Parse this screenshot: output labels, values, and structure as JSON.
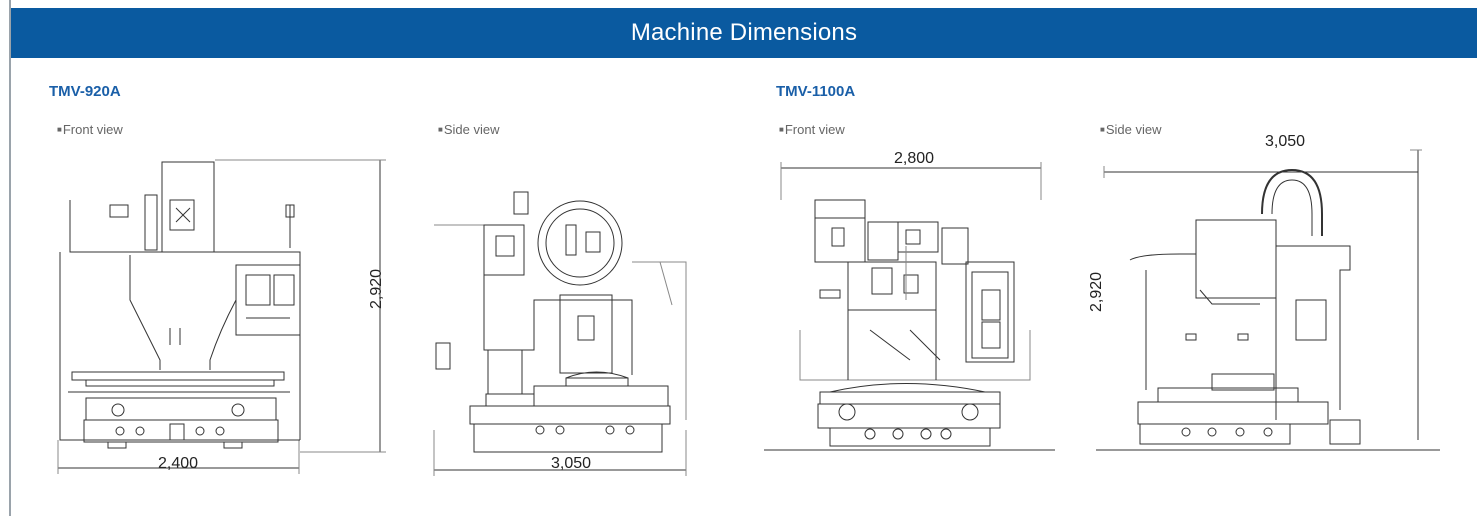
{
  "header": {
    "title": "Machine Dimensions"
  },
  "models": [
    {
      "name": "TMV-920A",
      "front": {
        "label": "Front view",
        "width": "2,400",
        "height": "2,920"
      },
      "side": {
        "label": "Side view",
        "width": "3,050"
      }
    },
    {
      "name": "TMV-1100A",
      "front": {
        "label": "Front view",
        "width": "2,800"
      },
      "side": {
        "label": "Side view",
        "width": "3,050",
        "height": "2,920"
      }
    }
  ],
  "colors": {
    "banner": "#0a5aa0",
    "model_title": "#1a5fa8"
  },
  "icons": {
    "bullet": "square-bullet-icon"
  }
}
